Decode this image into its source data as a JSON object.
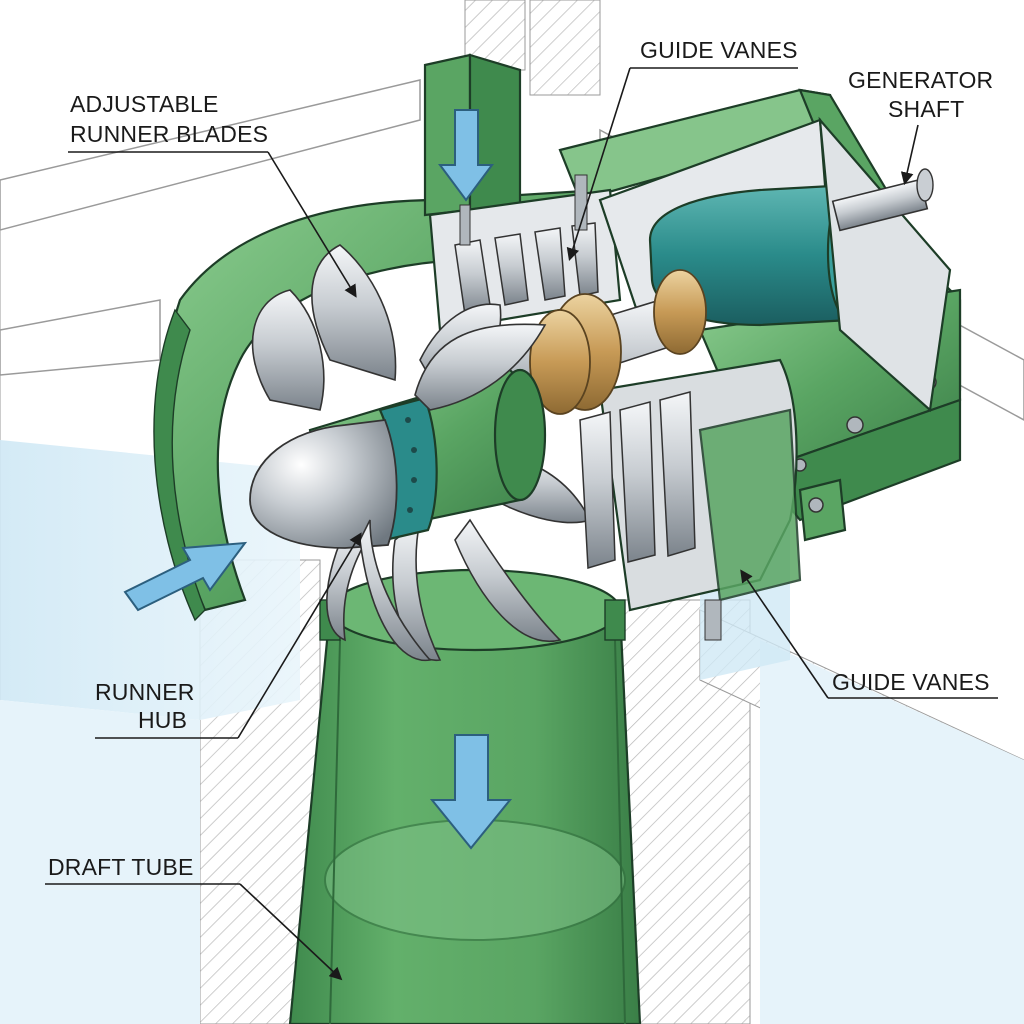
{
  "labels": {
    "adjustable_runner_blades_line1": "ADJUSTABLE",
    "adjustable_runner_blades_line2": "RUNNER BLADES",
    "guide_vanes_top": "GUIDE VANES",
    "generator_shaft_line1": "GENERATOR",
    "generator_shaft_line2": "SHAFT",
    "runner_hub_line1": "RUNNER",
    "runner_hub_line2": "HUB",
    "guide_vanes_right": "GUIDE VANES",
    "draft_tube": "DRAFT TUBE"
  },
  "colors": {
    "casing_green": "#5aa563",
    "casing_dark_green": "#3f8a4d",
    "casing_light_green": "#86c58b",
    "generator_teal": "#2a8b8a",
    "steel": "#c9ced3",
    "bronze": "#c79a56",
    "water": "#d8ecf6",
    "arrow_blue": "#7fc0e6"
  }
}
